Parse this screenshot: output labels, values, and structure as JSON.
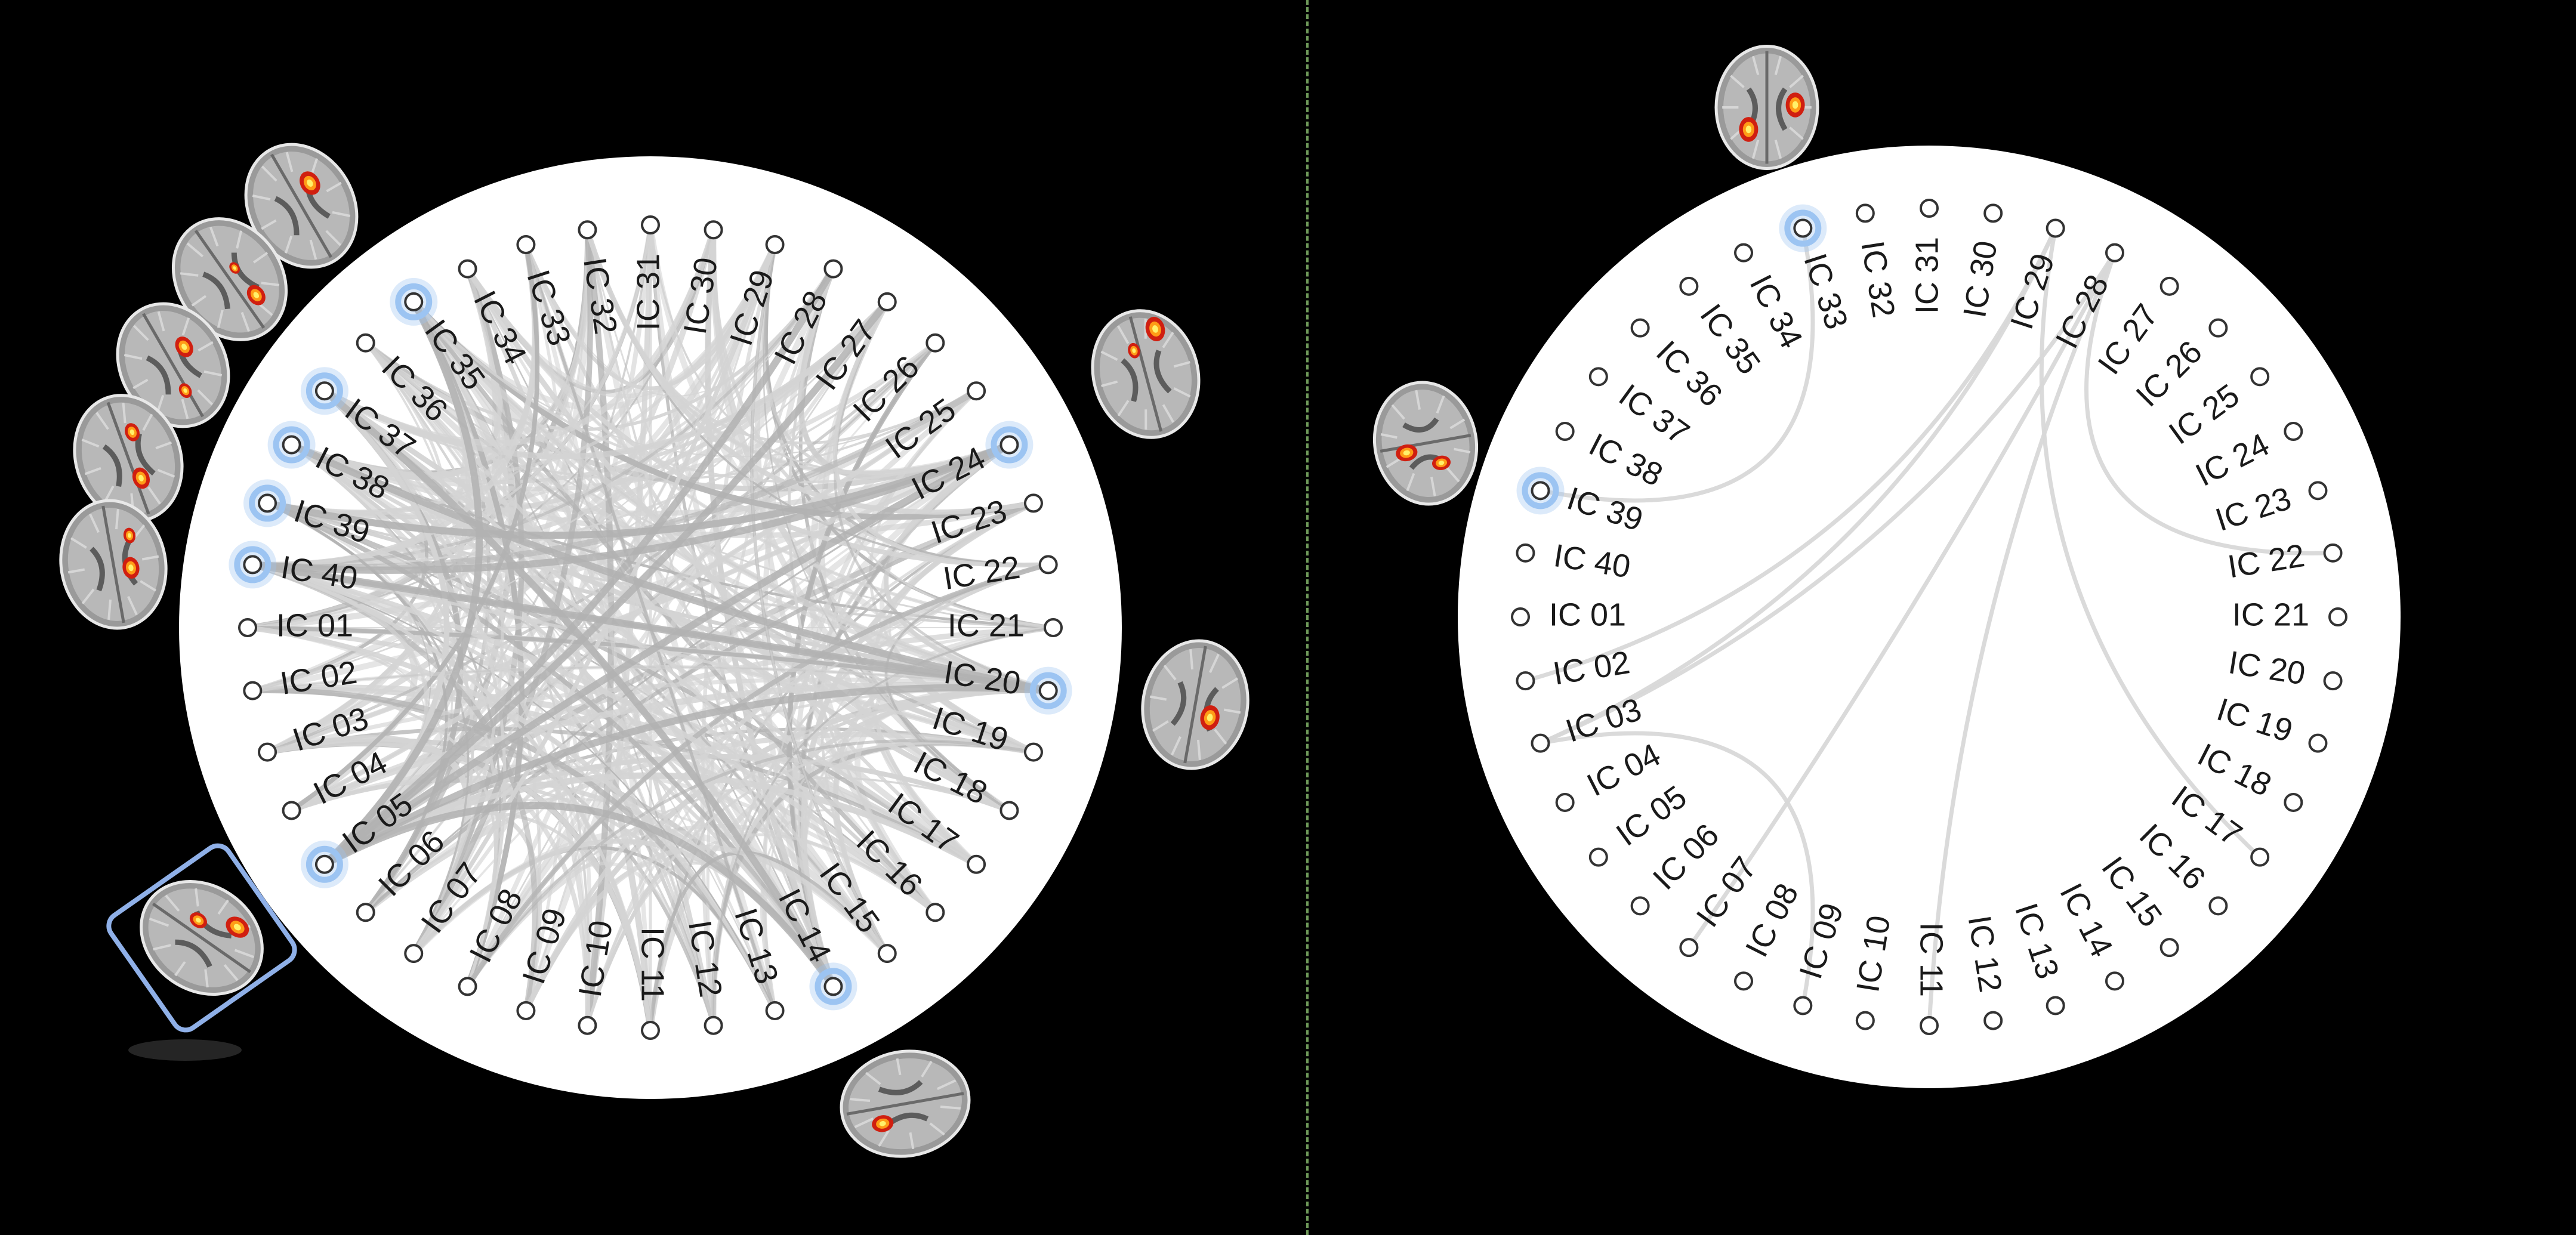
{
  "colors": {
    "background": "#000000",
    "circle_fill": "#ffffff",
    "edge": "#c8c8c8",
    "highlight": "#9cc4f2",
    "divider": "#6f9a5a",
    "selection_box": "#8fb0e8"
  },
  "panels": [
    {
      "id": "left",
      "nodes": [
        "IC 01",
        "IC 02",
        "IC 03",
        "IC 04",
        "IC 05",
        "IC 06",
        "IC 07",
        "IC 08",
        "IC 09",
        "IC 10",
        "IC 11",
        "IC 12",
        "IC 13",
        "IC 14",
        "IC 15",
        "IC 16",
        "IC 17",
        "IC 18",
        "IC 19",
        "IC 20",
        "IC 21",
        "IC 22",
        "IC 23",
        "IC 24",
        "IC 25",
        "IC 26",
        "IC 27",
        "IC 28",
        "IC 29",
        "IC 30",
        "IC 31",
        "IC 32",
        "IC 33",
        "IC 34",
        "IC 35",
        "IC 36",
        "IC 37",
        "IC 38",
        "IC 39",
        "IC 40"
      ],
      "highlighted_nodes": [
        "IC 05",
        "IC 14",
        "IC 20",
        "IC 24",
        "IC 35",
        "IC 37",
        "IC 38",
        "IC 39",
        "IC 40"
      ],
      "brain_thumbnails": [
        "IC 35",
        "IC 37",
        "IC 38",
        "IC 39",
        "IC 40",
        "IC 24",
        "IC 20",
        "IC 14",
        "IC 05"
      ],
      "selected_thumbnail": "IC 05",
      "edge_style": "dense"
    },
    {
      "id": "right",
      "nodes": [
        "IC 01",
        "IC 02",
        "IC 03",
        "IC 04",
        "IC 05",
        "IC 06",
        "IC 07",
        "IC 08",
        "IC 09",
        "IC 10",
        "IC 11",
        "IC 12",
        "IC 13",
        "IC 14",
        "IC 15",
        "IC 16",
        "IC 17",
        "IC 18",
        "IC 19",
        "IC 20",
        "IC 21",
        "IC 22",
        "IC 23",
        "IC 24",
        "IC 25",
        "IC 26",
        "IC 27",
        "IC 28",
        "IC 29",
        "IC 30",
        "IC 31",
        "IC 32",
        "IC 33",
        "IC 34",
        "IC 35",
        "IC 36",
        "IC 37",
        "IC 38",
        "IC 39",
        "IC 40"
      ],
      "highlighted_nodes": [
        "IC 33",
        "IC 39"
      ],
      "brain_thumbnails": [
        "IC 33",
        "IC 39"
      ],
      "edge_style": "sparse",
      "edges": [
        [
          "IC 33",
          "IC 39"
        ],
        [
          "IC 29",
          "IC 02"
        ],
        [
          "IC 29",
          "IC 03"
        ],
        [
          "IC 29",
          "IC 17"
        ],
        [
          "IC 28",
          "IC 03"
        ],
        [
          "IC 28",
          "IC 07"
        ],
        [
          "IC 28",
          "IC 11"
        ],
        [
          "IC 28",
          "IC 22"
        ],
        [
          "IC 03",
          "IC 09"
        ]
      ]
    }
  ]
}
